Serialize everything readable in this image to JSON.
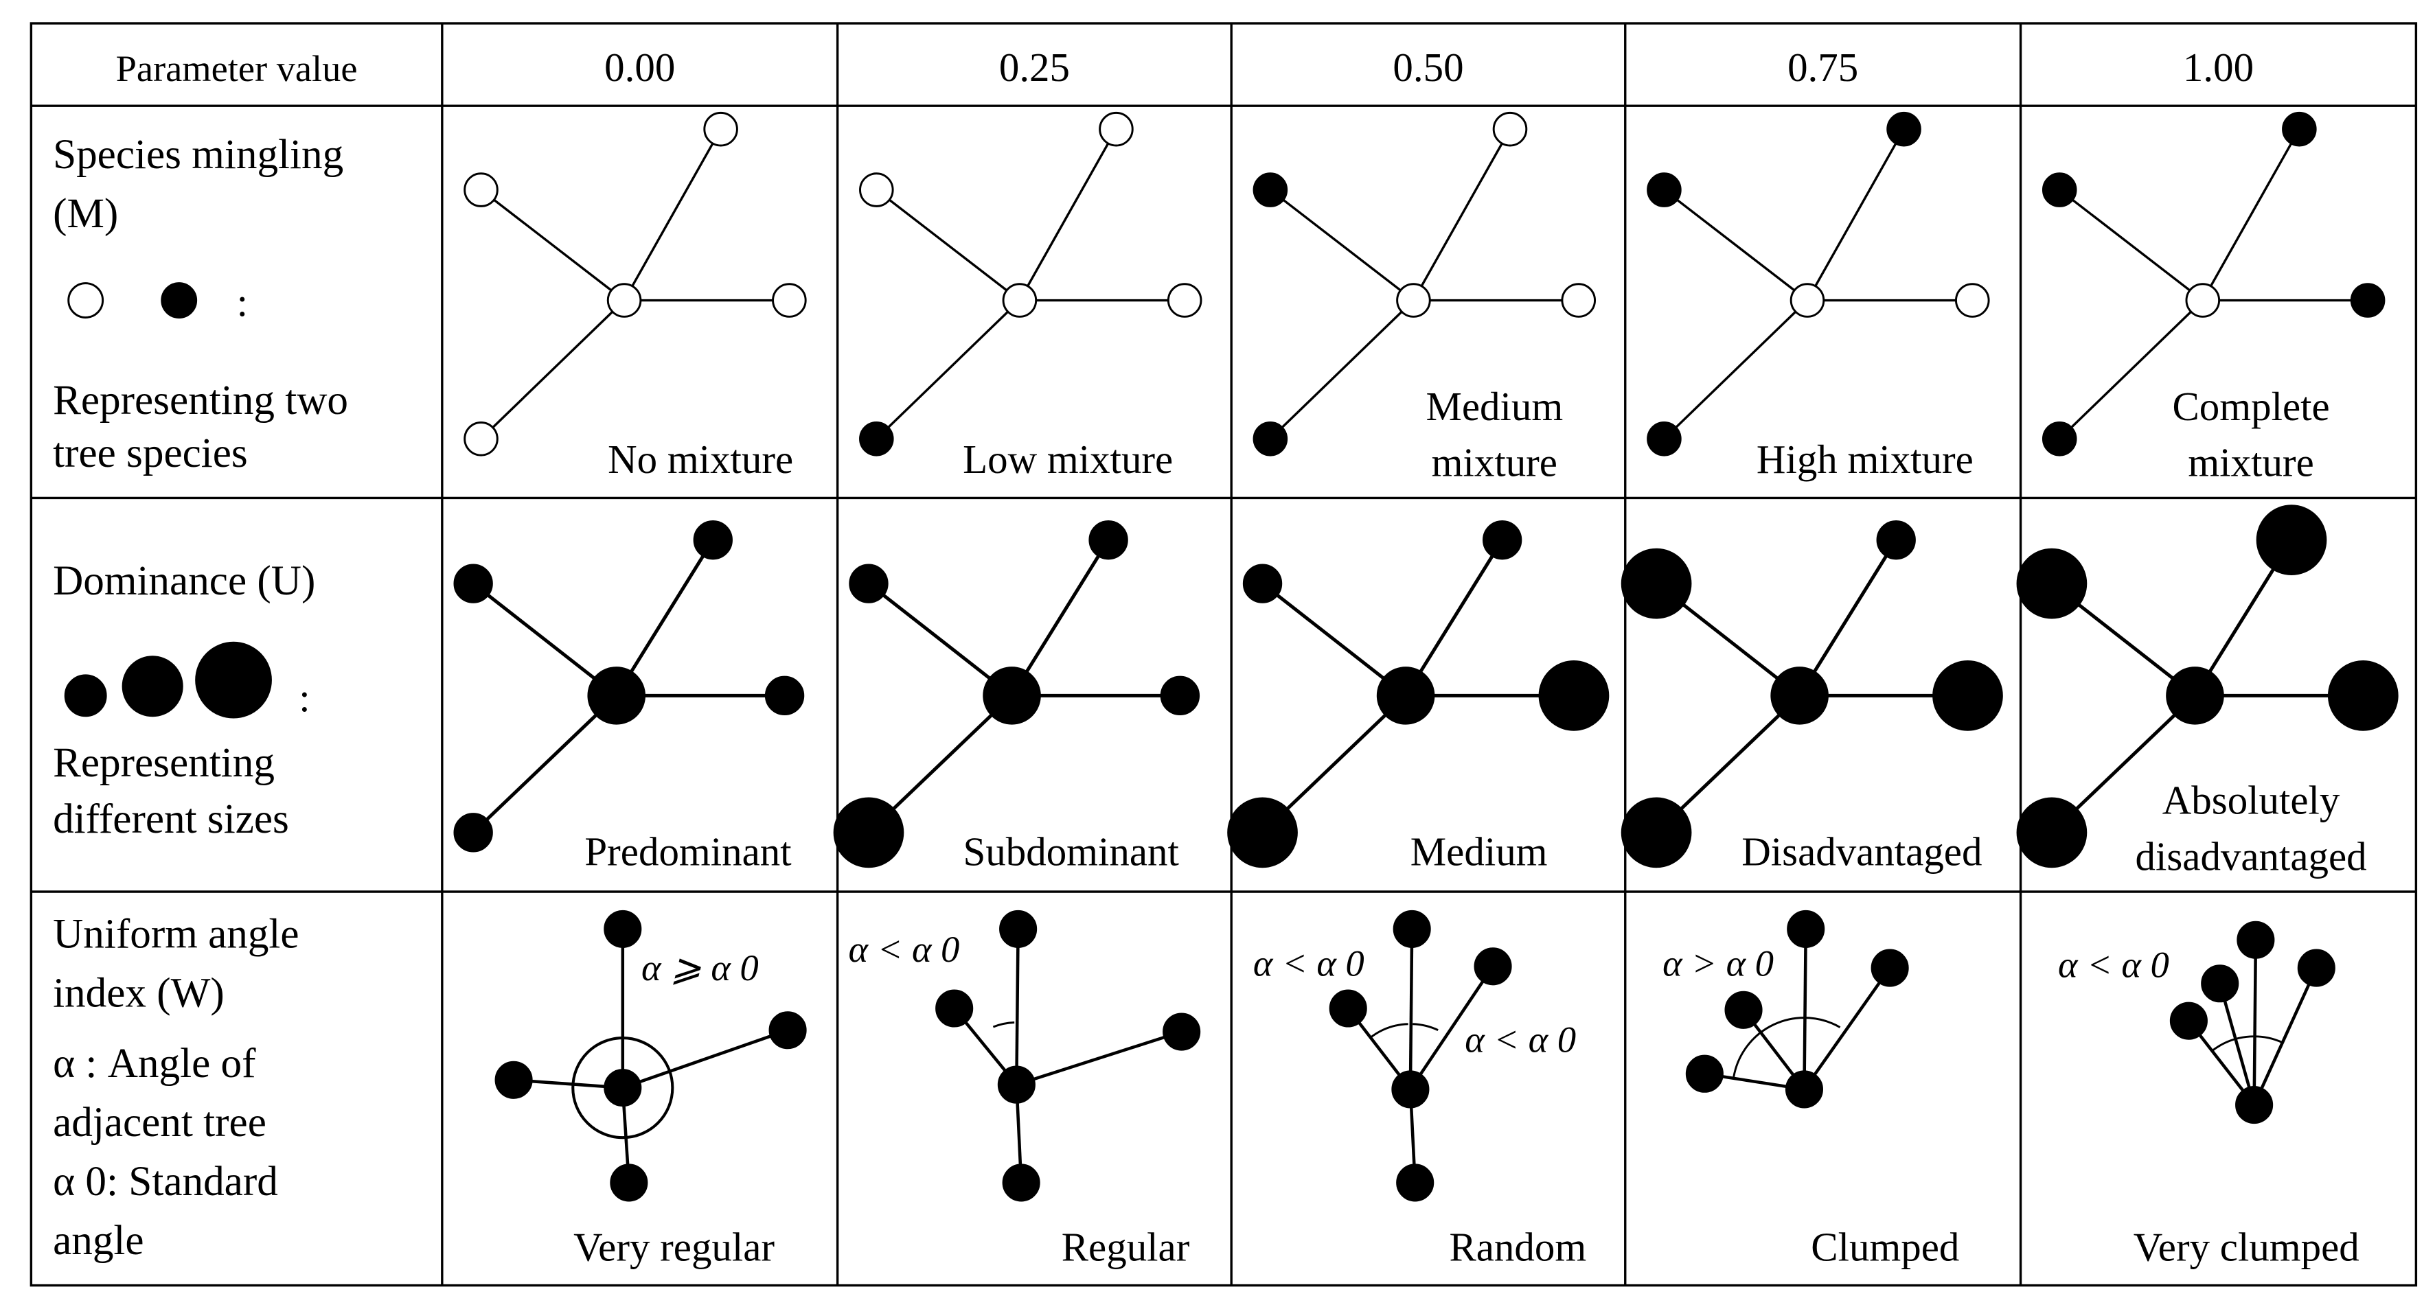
{
  "header": {
    "label": "Parameter value",
    "values": [
      "0.00",
      "0.25",
      "0.50",
      "0.75",
      "1.00"
    ]
  },
  "rows": [
    {
      "key": "mingling",
      "label_lines": [
        "Species mingling",
        "(M)"
      ],
      "legend_symbol": ":",
      "desc_lines": [
        "Representing two",
        "tree species"
      ],
      "captions": [
        [
          "No mixture"
        ],
        [
          "Low mixture"
        ],
        [
          "Medium",
          "mixture"
        ],
        [
          "High mixture"
        ],
        [
          "Complete",
          "mixture"
        ]
      ]
    },
    {
      "key": "dominance",
      "label_lines": [
        "Dominance (U)"
      ],
      "legend_symbol": ":",
      "desc_lines": [
        "Representing",
        "different sizes"
      ],
      "captions": [
        [
          "Predominant"
        ],
        [
          "Subdominant"
        ],
        [
          "Medium"
        ],
        [
          "Disadvantaged"
        ],
        [
          "Absolutely",
          "disadvantaged"
        ]
      ]
    },
    {
      "key": "angle",
      "label_lines": [
        "Uniform angle",
        "index (W)"
      ],
      "desc_lines": [
        " α : Angle of",
        "adjacent tree",
        " α 0: Standard",
        "angle"
      ],
      "captions": [
        [
          "Very regular"
        ],
        [
          "Regular"
        ],
        [
          "Random"
        ],
        [
          "Clumped"
        ],
        [
          "Very clumped"
        ]
      ],
      "annotations": [
        [
          "α ⩾ α 0"
        ],
        [
          "α < α 0"
        ],
        [
          "α < α 0",
          "α < α 0"
        ],
        [
          "α > α 0"
        ],
        [
          "α < α 0"
        ]
      ]
    }
  ],
  "mingling_fill": [
    [
      "open",
      "open",
      "open",
      "open",
      "open"
    ],
    [
      "open",
      "open",
      "open",
      "open",
      "filled"
    ],
    [
      "open",
      "open",
      "filled",
      "open",
      "filled"
    ],
    [
      "open",
      "filled",
      "filled",
      "open",
      "filled"
    ],
    [
      "open",
      "filled",
      "filled",
      "filled",
      "filled"
    ]
  ],
  "dominance_sizes": [
    [
      "large",
      "small",
      "small",
      "small",
      "small"
    ],
    [
      "large",
      "small",
      "small",
      "small",
      "xlarge"
    ],
    [
      "large",
      "small",
      "small",
      "xlarge",
      "xlarge"
    ],
    [
      "large",
      "small",
      "xlarge",
      "xlarge",
      "xlarge"
    ],
    [
      "large",
      "xlarge",
      "xlarge",
      "xlarge",
      "xlarge"
    ]
  ]
}
